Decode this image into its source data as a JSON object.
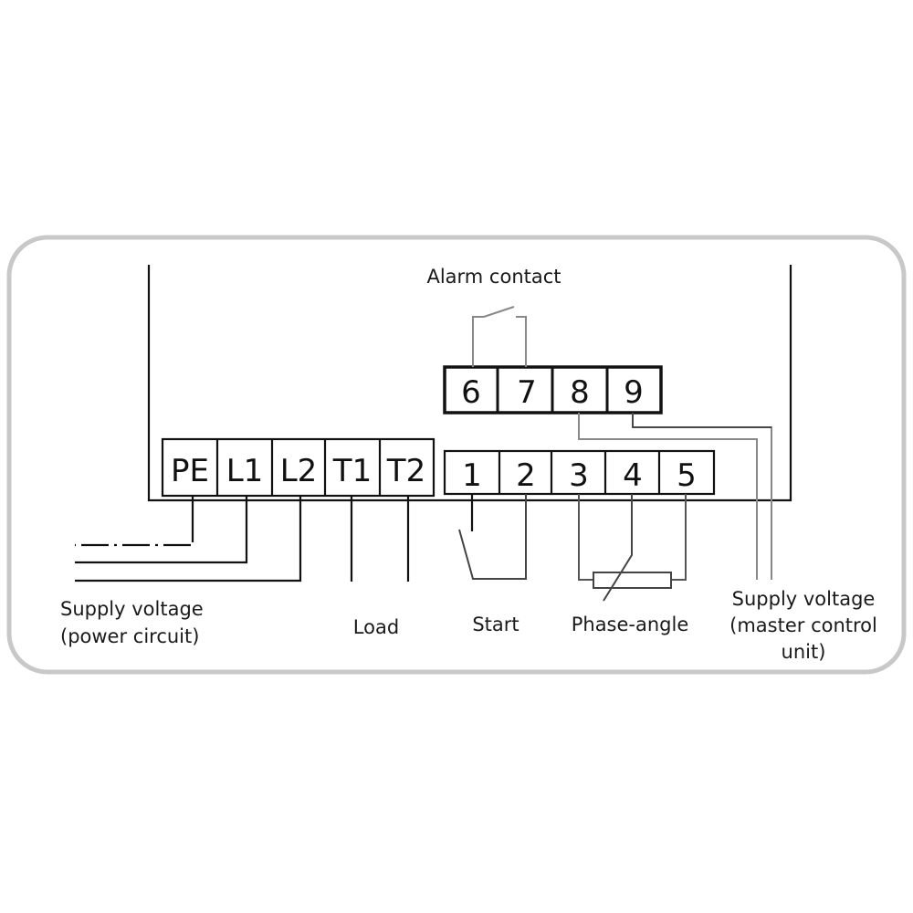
{
  "title": "Alarm contact",
  "terminals_power": [
    "PE",
    "L1",
    "L2",
    "T1",
    "T2"
  ],
  "terminals_control": [
    "1",
    "2",
    "3",
    "4",
    "5"
  ],
  "terminals_alarm": [
    "6",
    "7",
    "8",
    "9"
  ],
  "labels": {
    "supply_power_1": "Supply voltage",
    "supply_power_2": "(power circuit)",
    "load": "Load",
    "start": "Start",
    "phase_angle": "Phase-angle",
    "supply_master_1": "Supply voltage",
    "supply_master_2": "(master control",
    "supply_master_3": "unit)"
  }
}
